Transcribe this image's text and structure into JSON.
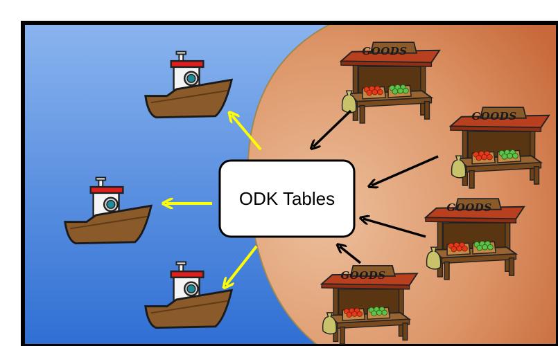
{
  "diagram": {
    "hub": {
      "label": "ODK Tables"
    },
    "stalls": [
      {
        "sign": "GOODS"
      },
      {
        "sign": "GOODS"
      },
      {
        "sign": "GOODS"
      },
      {
        "sign": "GOODS"
      }
    ],
    "boats": [
      {},
      {},
      {}
    ],
    "colors": {
      "sea_top": "#8ab4ee",
      "sea_bottom": "#2f6fd3",
      "land_light": "#e8b48e",
      "land_dark": "#c8693a",
      "outgoing_arrow": "#ffff00",
      "incoming_arrow": "#000000",
      "hull": "#8b5a2b",
      "stall_roof": "#b8401f",
      "stall_wood": "#7a4a1f"
    }
  }
}
